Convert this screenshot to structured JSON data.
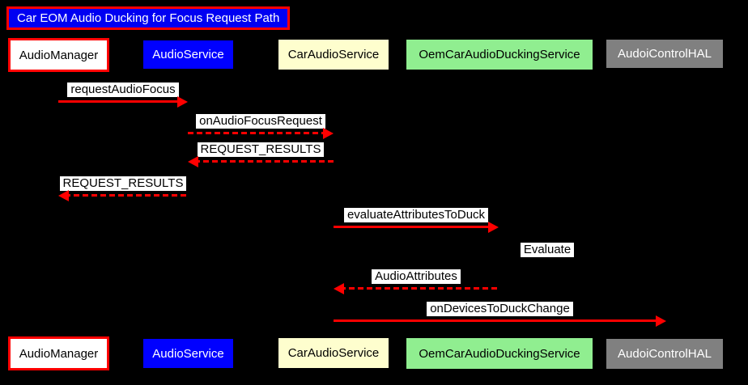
{
  "diagram": {
    "title": "Car EOM Audio Ducking for Focus Request Path",
    "participants": [
      {
        "name": "AudioManager",
        "bg": "#ffffff",
        "fg": "#000000",
        "border": "#ff0000"
      },
      {
        "name": "AudioService",
        "bg": "#0000ff",
        "fg": "#ffffff",
        "border": "#0000ff"
      },
      {
        "name": "CarAudioService",
        "bg": "#fefece",
        "fg": "#000000",
        "border": "#fefece"
      },
      {
        "name": "OemCarAudioDuckingService",
        "bg": "#90ee90",
        "fg": "#000000",
        "border": "#90ee90"
      },
      {
        "name": "AudoiControlHAL",
        "bg": "#808080",
        "fg": "#ffffff",
        "border": "#808080"
      }
    ],
    "messages": [
      {
        "label": "requestAudioFocus",
        "from": "AudioManager",
        "to": "AudioService",
        "line": "solid",
        "direction": "right"
      },
      {
        "label": "onAudioFocusRequest",
        "from": "AudioService",
        "to": "CarAudioService",
        "line": "dashed",
        "direction": "right"
      },
      {
        "label": "REQUEST_RESULTS",
        "from": "CarAudioService",
        "to": "AudioService",
        "line": "dashed",
        "direction": "left"
      },
      {
        "label": "REQUEST_RESULTS",
        "from": "AudioService",
        "to": "AudioManager",
        "line": "dashed",
        "direction": "left"
      },
      {
        "label": "evaluateAttributesToDuck",
        "from": "CarAudioService",
        "to": "OemCarAudioDuckingService",
        "line": "solid",
        "direction": "right"
      },
      {
        "label": "Evaluate",
        "from": "OemCarAudioDuckingService",
        "to": "OemCarAudioDuckingService",
        "line": "none",
        "direction": "self"
      },
      {
        "label": "AudioAttributes",
        "from": "OemCarAudioDuckingService",
        "to": "CarAudioService",
        "line": "dashed",
        "direction": "left"
      },
      {
        "label": "onDevicesToDuckChange",
        "from": "CarAudioService",
        "to": "AudoiControlHAL",
        "line": "solid",
        "direction": "right"
      }
    ],
    "colors": {
      "background": "#000000",
      "arrow": "#ff0000",
      "message_label_bg": "#ffffff",
      "message_label_fg": "#000000",
      "title_bg": "#0000f2",
      "title_fg": "#ffffff",
      "title_border": "#ff0000"
    }
  }
}
